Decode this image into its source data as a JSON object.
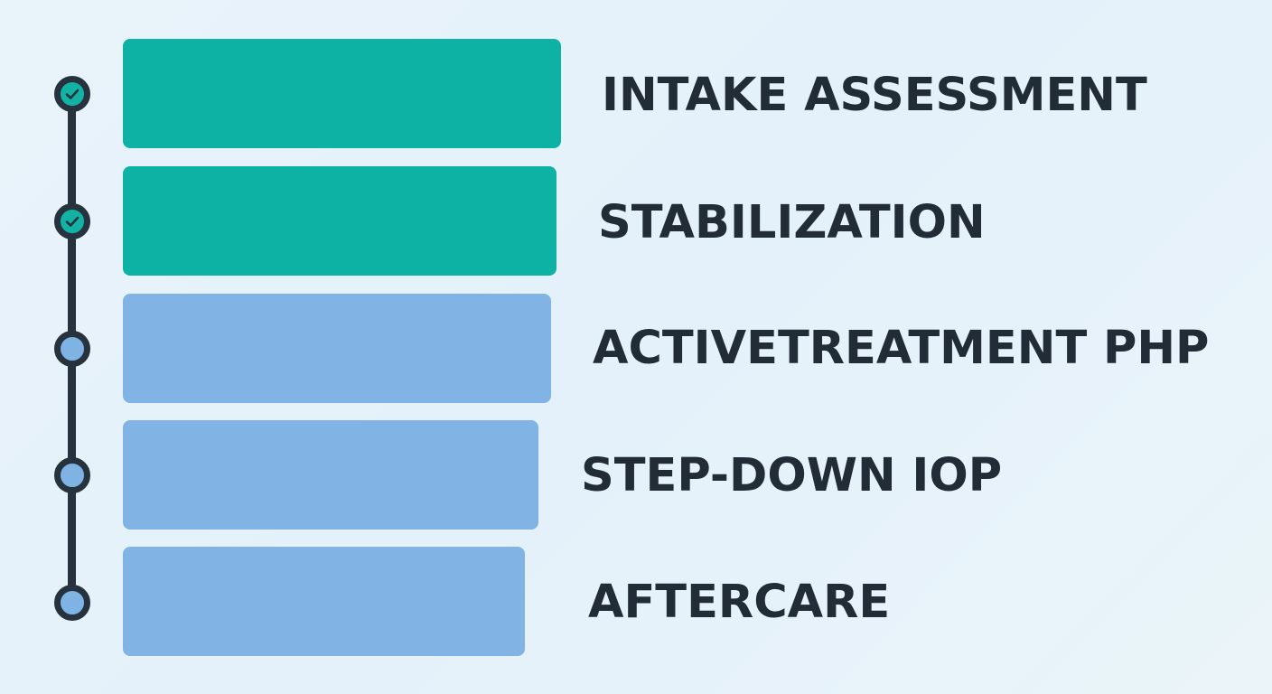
{
  "stages": [
    {
      "label": "INTAKE ASSESSMENT",
      "status": "completed",
      "icon": "check-icon"
    },
    {
      "label": "STABILIZATION",
      "status": "completed",
      "icon": "check-icon"
    },
    {
      "label": "ACTIVETREATMENT PHP",
      "status": "pending",
      "icon": "circle-icon"
    },
    {
      "label": "STEP-DOWN IOP",
      "status": "pending",
      "icon": "circle-icon"
    },
    {
      "label": "AFTERCARE",
      "status": "pending",
      "icon": "circle-icon"
    }
  ],
  "colors": {
    "completed": "#0eb2a5",
    "pending": "#81b4e4",
    "rail": "#26323d",
    "text": "#222c36",
    "background": "#e6f2fa"
  }
}
